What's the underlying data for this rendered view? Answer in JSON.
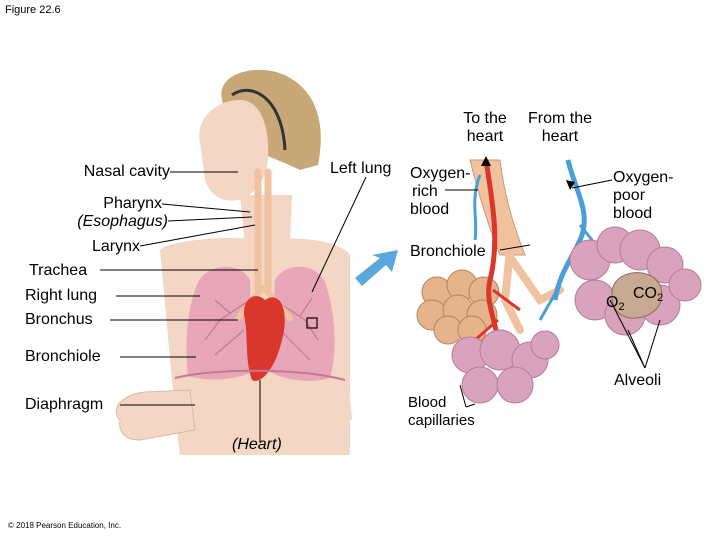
{
  "figure_caption": "Figure 22.6",
  "copyright": "© 2018 Pearson Education, Inc.",
  "labels": {
    "to_heart_1": "To the",
    "to_heart_2": "heart",
    "from_heart_1": "From the",
    "from_heart_2": "heart",
    "nasal_cavity": "Nasal cavity",
    "pharynx": "Pharynx",
    "esophagus": "(Esophagus)",
    "larynx": "Larynx",
    "trachea": "Trachea",
    "right_lung": "Right lung",
    "bronchus": "Bronchus",
    "bronchiole_left": "Bronchiole",
    "diaphragm": "Diaphragm",
    "heart": "(Heart)",
    "left_lung": "Left lung",
    "oxygen_rich_1": "Oxygen-",
    "oxygen_rich_2": "rich",
    "oxygen_rich_3": "blood",
    "oxygen_poor_1": "Oxygen-",
    "oxygen_poor_2": "poor",
    "oxygen_poor_3": "blood",
    "bronchiole_right": "Bronchiole",
    "o2": "O",
    "o2_sub": "2",
    "co2": "CO",
    "co2_sub": "2",
    "alveoli": "Alveoli",
    "blood_capillaries_1": "Blood",
    "blood_capillaries_2": "capillaries"
  },
  "colors": {
    "skin": "#f3d6c4",
    "hair": "#c9a878",
    "lung": "#e8a7b8",
    "airway": "#f0c2a0",
    "artery": "#d9372c",
    "vein": "#4a9fd8",
    "alveolus": "#e6b48a",
    "arrow": "#5aa9dc"
  }
}
